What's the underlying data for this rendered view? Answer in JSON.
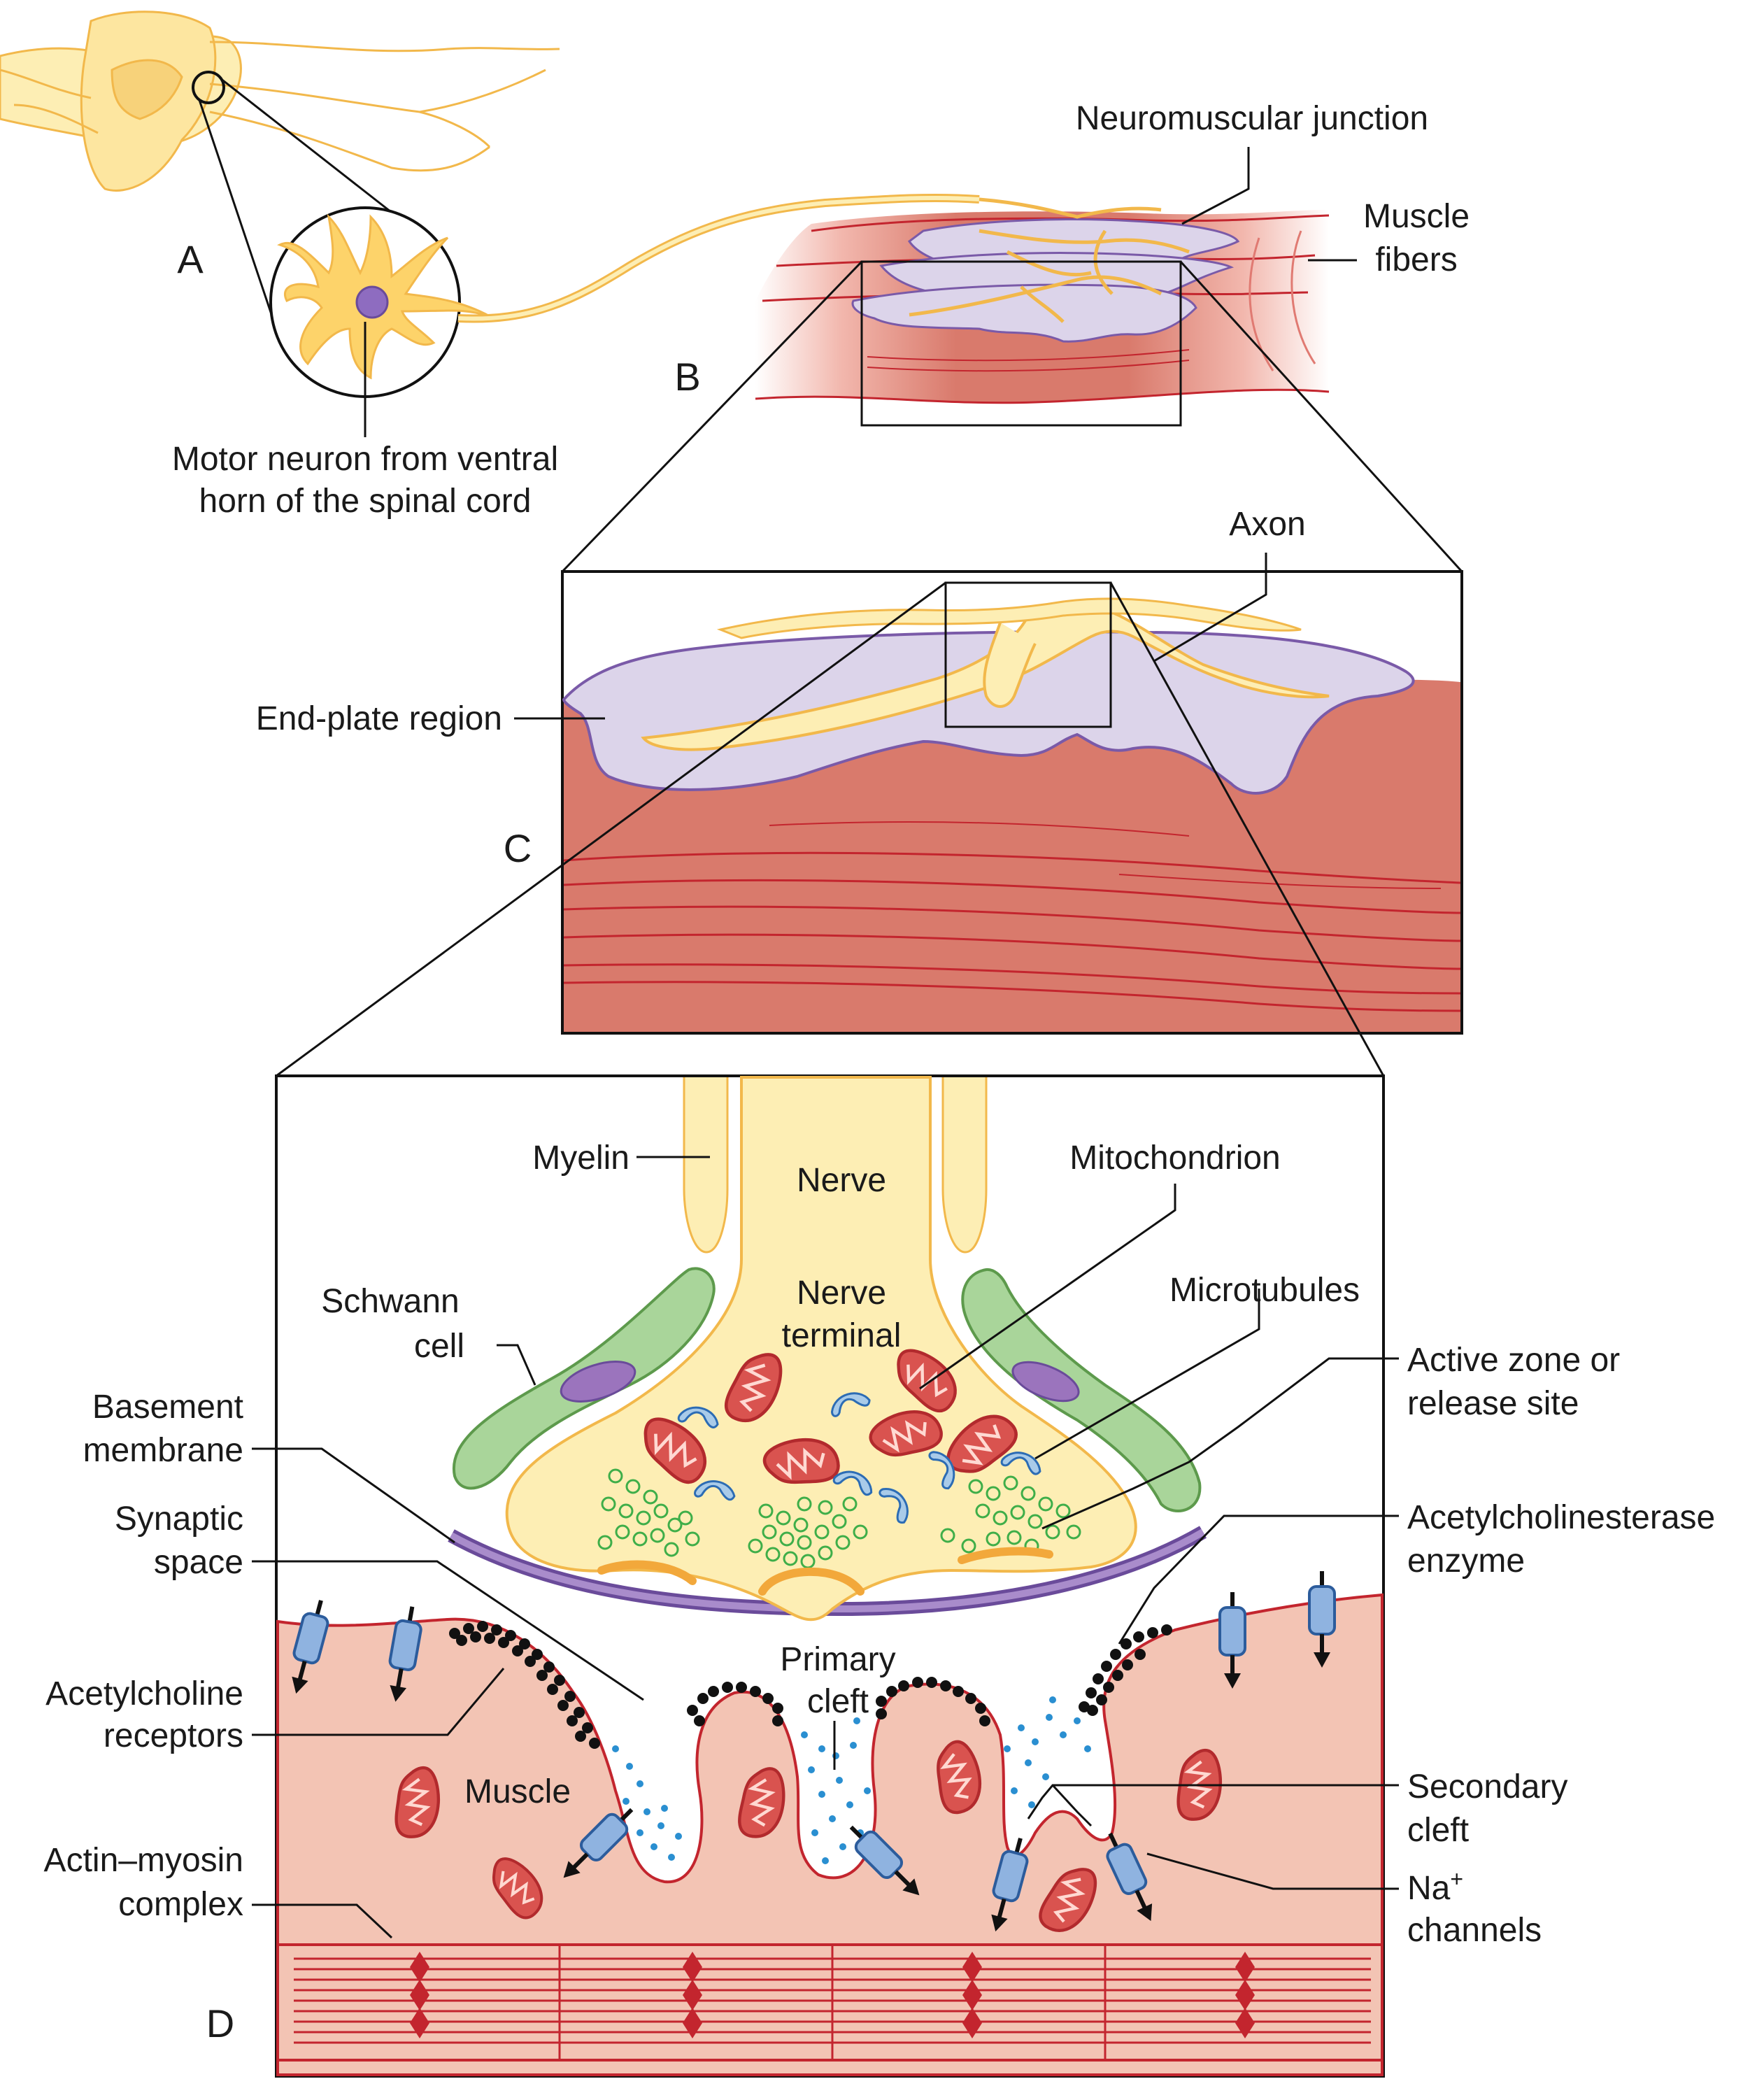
{
  "colors": {
    "nerve_fill": "#fdeeb4",
    "nerve_stroke": "#f2b84b",
    "endplate_fill": "#dcd4ea",
    "endplate_stroke": "#7a5aa8",
    "muscle_dark": "#d97a6c",
    "muscle_light": "#f3c4b4",
    "muscle_line": "#c3252e",
    "schwann_fill": "#a9d59a",
    "schwann_stroke": "#5d9a4c",
    "nucleus": "#9b74bd",
    "vesicle": "#3fae49",
    "ach_dot": "#2a8fd1",
    "receptor": "#8fb3e0",
    "cluster": "#111111"
  },
  "panels": {
    "a": "A",
    "b": "B",
    "c": "C",
    "d": "D"
  },
  "labels": {
    "motor_neuron": [
      "Motor neuron from ventral",
      "horn of the spinal cord"
    ],
    "nmj": "Neuromuscular junction",
    "muscle_fibers": [
      "Muscle",
      "fibers"
    ],
    "axon": "Axon",
    "end_plate": "End-plate region",
    "myelin": "Myelin",
    "nerve": "Nerve",
    "nerve_terminal": [
      "Nerve",
      "terminal"
    ],
    "mitochondrion": "Mitochondrion",
    "schwann": [
      "Schwann",
      "cell"
    ],
    "microtubules": "Microtubules",
    "active_zone": [
      "Active zone or",
      "release site"
    ],
    "basement": [
      "Basement",
      "membrane"
    ],
    "synaptic_space": [
      "Synaptic",
      "space"
    ],
    "ache": [
      "Acetylcholinesterase",
      "enzyme"
    ],
    "primary_cleft": [
      "Primary",
      "cleft"
    ],
    "ach_receptors": [
      "Acetylcholine",
      "receptors"
    ],
    "muscle": "Muscle",
    "secondary_cleft": [
      "Secondary",
      "cleft"
    ],
    "na_channels": [
      "Na",
      "+",
      "channels"
    ],
    "actin_myosin": [
      "Actin–myosin",
      "complex"
    ]
  }
}
